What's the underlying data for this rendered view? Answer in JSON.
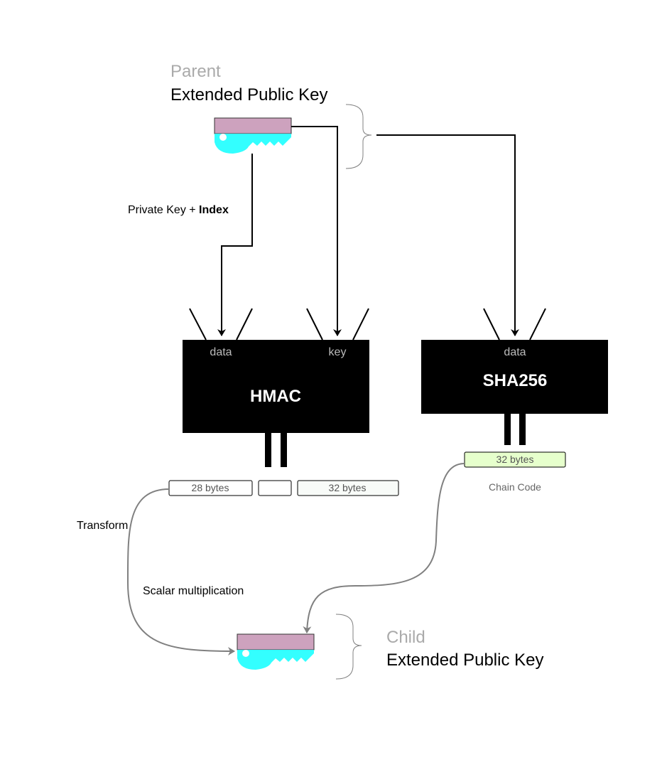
{
  "parent": {
    "role": "Parent",
    "title": "Extended Public Key"
  },
  "child": {
    "role": "Child",
    "title": "Extended Public Key"
  },
  "edge_label_data": {
    "prefix": "Private Key + ",
    "emphasis": "Index"
  },
  "hmac": {
    "title": "HMAC",
    "input_data": "data",
    "input_key": "key"
  },
  "sha": {
    "title": "SHA256",
    "input_data": "data"
  },
  "outputs": {
    "hmac_left": "28 bytes",
    "hmac_right": "32 bytes",
    "sha_out": "32 bytes",
    "sha_caption": "Chain Code"
  },
  "annotations": {
    "transform": "Transform",
    "scalar": "Scalar multiplication"
  },
  "colors": {
    "key_head": "#cda2be",
    "key_body": "#33ffff",
    "box": "#000000",
    "line": "#000000",
    "curve": "#808080",
    "muted_text": "#aaaaaa",
    "sha_out_fill": "#e6ffcc",
    "hmac_right_fill": "#f8fbf8"
  }
}
